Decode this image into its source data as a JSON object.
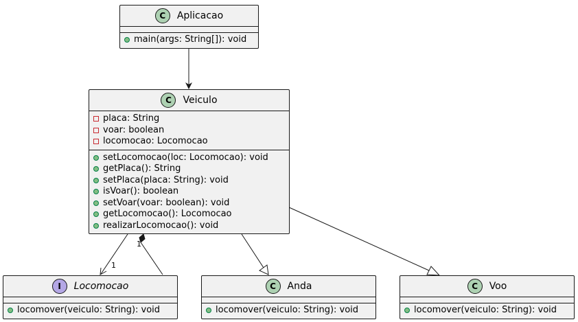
{
  "classes": {
    "aplicacao": {
      "name": "Aplicacao",
      "stereotype": "C",
      "methods": [
        {
          "visibility": "public",
          "text": "main(args: String[]): void"
        }
      ]
    },
    "veiculo": {
      "name": "Veiculo",
      "stereotype": "C",
      "fields": [
        {
          "visibility": "private",
          "text": "placa: String"
        },
        {
          "visibility": "private",
          "text": "voar: boolean"
        },
        {
          "visibility": "private",
          "text": "locomocao: Locomocao"
        }
      ],
      "methods": [
        {
          "visibility": "public",
          "text": "setLocomocao(loc: Locomocao): void"
        },
        {
          "visibility": "public",
          "text": "getPlaca(): String"
        },
        {
          "visibility": "public",
          "text": "setPlaca(placa: String): void"
        },
        {
          "visibility": "public",
          "text": "isVoar(): boolean"
        },
        {
          "visibility": "public",
          "text": "setVoar(voar: boolean): void"
        },
        {
          "visibility": "public",
          "text": "getLocomocao(): Locomocao"
        },
        {
          "visibility": "public",
          "text": "realizarLocomocao(): void"
        }
      ]
    },
    "locomocao": {
      "name": "Locomocao",
      "stereotype": "I",
      "methods": [
        {
          "visibility": "public",
          "text": "locomover(veiculo: String): void"
        }
      ]
    },
    "anda": {
      "name": "Anda",
      "stereotype": "C",
      "methods": [
        {
          "visibility": "public",
          "text": "locomover(veiculo: String): void"
        }
      ]
    },
    "voo": {
      "name": "Voo",
      "stereotype": "C",
      "methods": [
        {
          "visibility": "public",
          "text": "locomover(veiculo: String): void"
        }
      ]
    }
  },
  "relations": {
    "aplicacao_to_veiculo": "association",
    "veiculo_to_locomocao": {
      "type": "association",
      "multiplicity": "1"
    },
    "locomocao_to_veiculo": {
      "type": "composition",
      "multiplicity": "1"
    },
    "anda_realizes": "generalization",
    "voo_realizes": "generalization"
  },
  "colors": {
    "class_badge": "#add1b2",
    "interface_badge": "#b4a7e5",
    "box_fill": "#f1f1f1",
    "border": "#181818",
    "public_marker": "#84be84",
    "private_marker": "#c82930"
  }
}
